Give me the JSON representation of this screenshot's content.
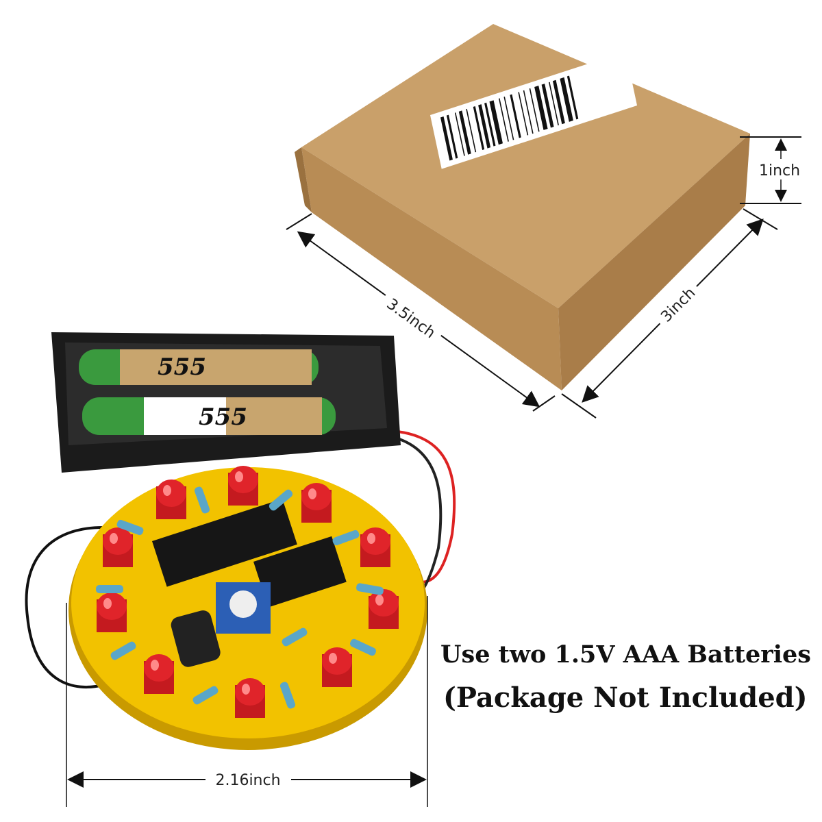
{
  "box": {
    "height_label": "1inch",
    "length_label": "3.5inch",
    "width_label": "3inch",
    "color": "#c49a63"
  },
  "pcb": {
    "diameter_label": "2.16inch",
    "board_color": "#f2c200",
    "led_color": "#e0242a",
    "battery_brand": "555"
  },
  "note": {
    "line1": "Use two 1.5V AAA Batteries",
    "line2": "(Package Not Included)"
  }
}
